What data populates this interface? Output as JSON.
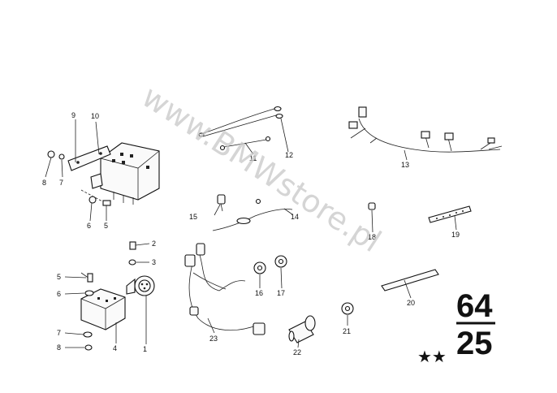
{
  "watermark": "www.BMWstore.pl",
  "group_number": "64",
  "sub_group_number": "25",
  "stars": "★★",
  "callouts": [
    {
      "id": "c1",
      "label": "1"
    },
    {
      "id": "c2",
      "label": "2"
    },
    {
      "id": "c3",
      "label": "3"
    },
    {
      "id": "c4",
      "label": "4"
    },
    {
      "id": "c5a",
      "label": "5"
    },
    {
      "id": "c5b",
      "label": "5"
    },
    {
      "id": "c6a",
      "label": "6"
    },
    {
      "id": "c6b",
      "label": "6"
    },
    {
      "id": "c7a",
      "label": "7"
    },
    {
      "id": "c7b",
      "label": "7"
    },
    {
      "id": "c8a",
      "label": "8"
    },
    {
      "id": "c8b",
      "label": "8"
    },
    {
      "id": "c9",
      "label": "9"
    },
    {
      "id": "c10",
      "label": "10"
    },
    {
      "id": "c11",
      "label": "11"
    },
    {
      "id": "c12",
      "label": "12"
    },
    {
      "id": "c13",
      "label": "13"
    },
    {
      "id": "c14",
      "label": "14"
    },
    {
      "id": "c15",
      "label": "15"
    },
    {
      "id": "c16",
      "label": "16"
    },
    {
      "id": "c17",
      "label": "17"
    },
    {
      "id": "c18",
      "label": "18"
    },
    {
      "id": "c19",
      "label": "19"
    },
    {
      "id": "c20",
      "label": "20"
    },
    {
      "id": "c21",
      "label": "21"
    },
    {
      "id": "c22",
      "label": "22"
    },
    {
      "id": "c23",
      "label": "23"
    }
  ]
}
